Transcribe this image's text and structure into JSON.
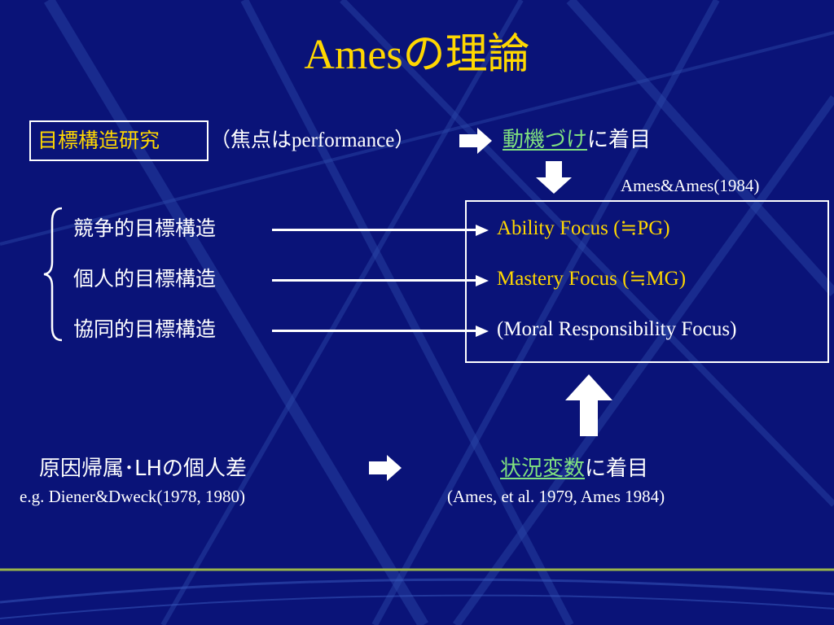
{
  "title": "Amesの理論",
  "top_row": {
    "boxed_label": "目標構造研究",
    "focus_note": "（焦点はperformance）",
    "target_emphasis": "動機づけ",
    "target_suffix": "に着目",
    "citation": "Ames&Ames(1984)"
  },
  "structures": [
    "競争的目標構造",
    "個人的目標構造",
    "協同的目標構造"
  ],
  "focuses": [
    "Ability Focus (≒PG)",
    "Mastery Focus (≒MG)",
    "(Moral Responsibility Focus)"
  ],
  "bottom_row": {
    "left_main": "原因帰属･LHの個人差",
    "left_citation": "e.g. Diener&Dweck(1978, 1980)",
    "right_emphasis": "状況変数",
    "right_suffix": "に着目",
    "right_citation": "(Ames, et al. 1979, Ames 1984)"
  },
  "colors": {
    "background": "#0a1378",
    "title": "#ffd700",
    "emphasis": "#7fe07f",
    "text": "#ffffff"
  }
}
